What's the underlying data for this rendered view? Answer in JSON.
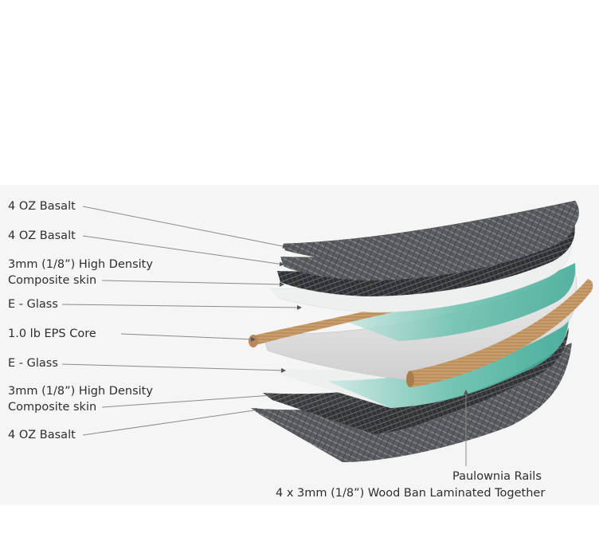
{
  "layer_labels": {
    "basalt_top_1": "4 OZ Basalt",
    "basalt_top_2": "4 OZ Basalt",
    "composite_top_line1": "3mm (1/8”) High Density",
    "composite_top_line2": "Composite skin",
    "eglass_top": "E - Glass",
    "eps_core": "1.0 lb EPS Core",
    "eglass_bottom": "E - Glass",
    "composite_bottom_line1": "3mm (1/8”) High Density",
    "composite_bottom_line2": "Composite skin",
    "basalt_bottom": "4 OZ Basalt"
  },
  "rails_label": {
    "line1": "Paulownia Rails",
    "line2": "4 x 3mm (1/8”) Wood Ban Laminated Together"
  },
  "colors": {
    "basalt": "#5e6063",
    "composite": "#3c3d3f",
    "eglass": "#e4e6e7",
    "eps_core": "#dcdcdc",
    "teal": "#5bb7a6",
    "wood": "#c79b68",
    "leader": "#8a8a8a"
  }
}
